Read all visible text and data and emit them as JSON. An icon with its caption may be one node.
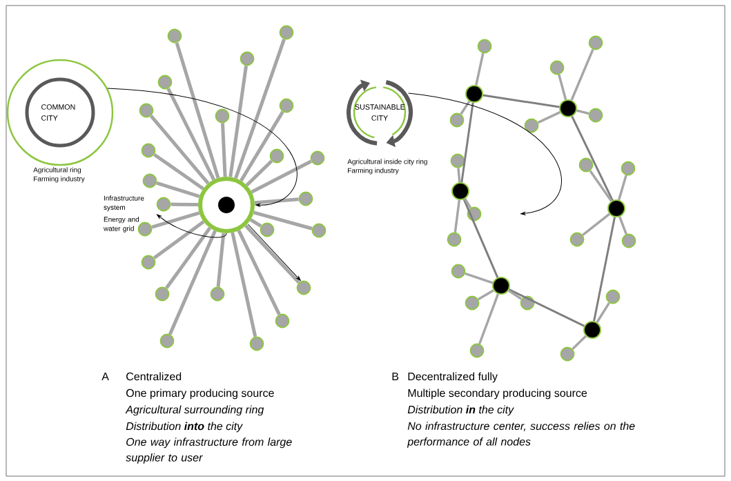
{
  "diagram": {
    "nodes": [
      {
        "text": [
          "COMMON CITY"
        ],
        "beside": [
          "Agricultural ring",
          "Farming industry"
        ]
      },
      {
        "text": [],
        "shape": "circle"
      },
      {
        "text": [
          "Infrastructure system",
          "Energy and water grid"
        ]
      },
      {
        "text": [],
        "shape": "circle"
      },
      {
        "text": [],
        "shape": "circle"
      },
      {
        "text": [],
        "shape": "circle"
      },
      {
        "text": [],
        "shape": "circle"
      },
      {
        "text": [],
        "shape": "circle"
      },
      {
        "text": [],
        "shape": "circle"
      },
      {
        "text": [],
        "shape": "circle"
      },
      {
        "text": [],
        "shape": "circle"
      },
      {
        "text": [],
        "shape": "circle"
      },
      {
        "text": [],
        "shape": "circle"
      },
      {
        "text": [],
        "shape": "circle"
      },
      {
        "text": [],
        "shape": "circle"
      },
      {
        "text": [],
        "shape": "circle"
      },
      {
        "text": [],
        "shape": "circle"
      },
      {
        "text": [],
        "shape": "circle"
      },
      {
        "text": [],
        "shape": "circle"
      },
      {
        "text": [],
        "shape": "circle"
      },
      {
        "text": [],
        "shape": "circle"
      },
      {
        "text": [],
        "shape": "circle"
      },
      {
        "text": [],
        "shape": "circle"
      },
      {
        "text": [],
        "shape": "circle"
      },
      {
        "text": [],
        "shape": "circle"
      },
      {
        "text": [],
        "shape": "circle"
      },
      {
        "text": [
          "SUSTAINABLE CITY"
        ],
        "beside": [
          "Agricultural inside city ring",
          "Farming industry"
        ]
      },
      {
        "text": [],
        "shape": "circle"
      },
      {
        "text": [],
        "shape": "circle"
      },
      {
        "text": [],
        "shape": "circle"
      },
      {
        "text": [],
        "shape": "circle"
      },
      {
        "text": [],
        "shape": "circle"
      },
      {
        "text": [],
        "shape": "circle"
      },
      {
        "text": [],
        "shape": "circle"
      },
      {
        "text": [],
        "shape": "circle"
      },
      {
        "text": [],
        "shape": "circle"
      },
      {
        "text": [],
        "shape": "circle"
      },
      {
        "text": [],
        "shape": "circle"
      },
      {
        "text": [],
        "shape": "circle"
      },
      {
        "text": [],
        "shape": "circle"
      },
      {
        "text": [],
        "shape": "circle"
      },
      {
        "text": [],
        "shape": "circle"
      },
      {
        "text": [],
        "shape": "circle"
      },
      {
        "text": [],
        "shape": "circle"
      },
      {
        "text": [],
        "shape": "circle"
      },
      {
        "text": [],
        "shape": "circle"
      },
      {
        "text": [],
        "shape": "circle"
      },
      {
        "text": [],
        "shape": "circle"
      },
      {
        "text": [],
        "shape": "circle"
      },
      {
        "text": [],
        "shape": "circle"
      },
      {
        "text": [],
        "shape": "circle"
      },
      {
        "text": [],
        "shape": "circle"
      }
    ],
    "edges": [
      {
        "from": 0,
        "to": 1,
        "arrow": "to",
        "color": "#000000"
      },
      {
        "from": 1,
        "to": 2,
        "arrow": "to",
        "color": "#000000"
      },
      {
        "from": 1,
        "to": 20,
        "arrow": "to",
        "color": "#000000"
      },
      {
        "from": 26,
        "to": null,
        "arrow": "to",
        "color": "#000000"
      },
      {
        "from": 1,
        "to": 3,
        "arrow": "none"
      },
      {
        "from": 1,
        "to": 4,
        "arrow": "none"
      },
      {
        "from": 1,
        "to": 5,
        "arrow": "none"
      },
      {
        "from": 1,
        "to": 6,
        "arrow": "none"
      },
      {
        "from": 1,
        "to": 7,
        "arrow": "none"
      },
      {
        "from": 1,
        "to": 8,
        "arrow": "none"
      },
      {
        "from": 1,
        "to": 9,
        "arrow": "none"
      },
      {
        "from": 1,
        "to": 10,
        "arrow": "none"
      },
      {
        "from": 1,
        "to": 11,
        "arrow": "none"
      },
      {
        "from": 1,
        "to": 12,
        "arrow": "none"
      },
      {
        "from": 1,
        "to": 13,
        "arrow": "none"
      },
      {
        "from": 1,
        "to": 14,
        "arrow": "none"
      },
      {
        "from": 1,
        "to": 15,
        "arrow": "none"
      },
      {
        "from": 1,
        "to": 16,
        "arrow": "none"
      },
      {
        "from": 1,
        "to": 17,
        "arrow": "none"
      },
      {
        "from": 1,
        "to": 18,
        "arrow": "none"
      },
      {
        "from": 1,
        "to": 19,
        "arrow": "none"
      },
      {
        "from": 1,
        "to": 20,
        "arrow": "none"
      },
      {
        "from": 1,
        "to": 21,
        "arrow": "none"
      },
      {
        "from": 1,
        "to": 22,
        "arrow": "none"
      },
      {
        "from": 1,
        "to": 23,
        "arrow": "none"
      },
      {
        "from": 1,
        "to": 24,
        "arrow": "none"
      },
      {
        "from": 1,
        "to": 25,
        "arrow": "none"
      },
      {
        "from": 27,
        "to": 28,
        "arrow": "none",
        "color": "#7f7f7f"
      },
      {
        "from": 27,
        "to": 29,
        "arrow": "none",
        "color": "#7f7f7f"
      },
      {
        "from": 28,
        "to": 30,
        "arrow": "none",
        "color": "#7f7f7f"
      },
      {
        "from": 29,
        "to": 31,
        "arrow": "none",
        "color": "#7f7f7f"
      },
      {
        "from": 31,
        "to": 32,
        "arrow": "none",
        "color": "#7f7f7f"
      },
      {
        "from": 32,
        "to": 30,
        "arrow": "none",
        "color": "#7f7f7f"
      },
      {
        "from": 27,
        "to": 33,
        "arrow": "none"
      },
      {
        "from": 27,
        "to": 34,
        "arrow": "none"
      },
      {
        "from": 28,
        "to": 35,
        "arrow": "none"
      },
      {
        "from": 28,
        "to": 36,
        "arrow": "none"
      },
      {
        "from": 28,
        "to": 37,
        "arrow": "none"
      },
      {
        "from": 28,
        "to": 38,
        "arrow": "none"
      },
      {
        "from": 29,
        "to": 39,
        "arrow": "none"
      },
      {
        "from": 29,
        "to": 40,
        "arrow": "none"
      },
      {
        "from": 29,
        "to": 41,
        "arrow": "none"
      },
      {
        "from": 30,
        "to": 42,
        "arrow": "none"
      },
      {
        "from": 30,
        "to": 43,
        "arrow": "none"
      },
      {
        "from": 30,
        "to": 44,
        "arrow": "none"
      },
      {
        "from": 30,
        "to": 45,
        "arrow": "none"
      },
      {
        "from": 31,
        "to": 46,
        "arrow": "none"
      },
      {
        "from": 31,
        "to": 47,
        "arrow": "none"
      },
      {
        "from": 31,
        "to": 48,
        "arrow": "none"
      },
      {
        "from": 31,
        "to": 49,
        "arrow": "none"
      },
      {
        "from": 32,
        "to": 50,
        "arrow": "none"
      },
      {
        "from": 32,
        "to": 51,
        "arrow": "none"
      }
    ],
    "labels": [
      "A",
      "Centralized",
      "One primary producing source",
      "Agricultural surrounding ring",
      "Distribution **into** the city",
      "One way infrastructure from large supplier to user",
      "B",
      "Decentralized fully",
      "Multiple secondary producing source",
      "Distribution **in** the city",
      "No infrastructure center, success relies on the performance of all nodes"
    ]
  }
}
